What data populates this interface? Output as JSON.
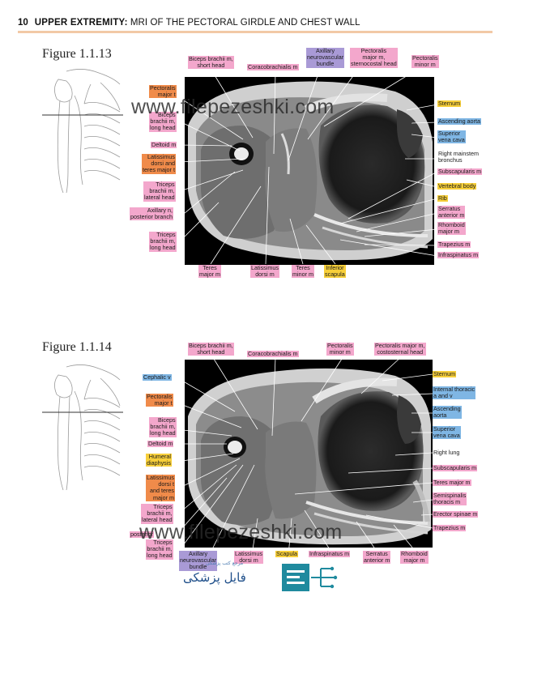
{
  "header": {
    "page_number": "10",
    "section": "UPPER EXTREMITY:",
    "subtitle": "MRI OF THE PECTORAL GIRDLE AND CHEST WALL"
  },
  "colors": {
    "pink": "#f3a7cc",
    "orange": "#f08b4a",
    "yellow": "#f7cf3a",
    "blue": "#7fb6e4",
    "purple": "#a99ad6",
    "header_rule": "#f2c9a6"
  },
  "figures": [
    {
      "title": "Figure 1.1.13",
      "labels": {
        "biceps_short": "Biceps brachii m,\nshort head",
        "coracobrachialis": "Coracobrachialis m",
        "axillary_nv_bundle": "Axillary\nneurovascular\nbundle",
        "pect_major_sternocostal": "Pectoralis\nmajor m,\nsternocostal head",
        "pect_minor": "Pectoralis\nminor m",
        "pect_major_t": "Pectoralis\nmajor t",
        "biceps_long": "Biceps\nbrachii m,\nlong head",
        "deltoid": "Deltoid m",
        "lat_dorsi_teres_t": "Latissimus\ndorsi and\nteres major t",
        "triceps_lateral": "Triceps\nbrachii m,\nlateral head",
        "axillary_n_post": "Axillary n,\nposterior branch",
        "triceps_long": "Triceps\nbrachii m,\nlong head",
        "teres_major": "Teres\nmajor m",
        "latissimus_dorsi": "Latissimus\ndorsi m",
        "teres_minor": "Teres\nminor m",
        "inferior_scapula": "Inferior\nscapula",
        "sternum": "Sternum",
        "ascending_aorta": "Ascending aorta",
        "svc": "Superior\nvena cava",
        "right_mainstem": "Right mainstem\nbronchus",
        "subscapularis": "Subscapularis m",
        "vertebral_body": "Vertebral body",
        "rib": "Rib",
        "serratus_anterior": "Serratus\nanterior m",
        "rhomboid_major": "Rhomboid\nmajor m",
        "trapezius": "Trapezius m",
        "infraspinatus": "Infraspinatus m"
      }
    },
    {
      "title": "Figure 1.1.14",
      "labels": {
        "biceps_short": "Biceps brachii m,\nshort head",
        "coracobrachialis": "Coracobrachialis m",
        "pect_minor": "Pectoralis\nminor m",
        "pect_major_costosternal": "Pectoralis major m,\ncostosternal head",
        "cephalic_v": "Cephalic v",
        "pect_major_t": "Pectoralis\nmajor t",
        "biceps_long": "Biceps\nbrachii m,\nlong head",
        "deltoid": "Deltoid m",
        "humeral_diaphysis": "Humeral\ndiaphysis",
        "lat_dorsi_teres_t": "Latissimus\ndorsi t\nand teres\nmajor m",
        "triceps_lateral": "Triceps\nbrachii m,\nlateral head",
        "posterior_partial": "posterior",
        "triceps_long": "Triceps\nbrachii m,\nlong head",
        "axillary_nv_bundle": "Axillary\nneurovascular\nbundle",
        "latissimus_dorsi": "Latissimus\ndorsi m",
        "scapula": "Scapula",
        "infraspinatus": "Infraspinatus m",
        "serratus_anterior": "Serratus\nanterior m",
        "rhomboid_major": "Rhomboid\nmajor m",
        "sternum": "Sternum",
        "internal_thoracic": "Internal thoracic\na and v",
        "ascending_aorta": "Ascending\naorta",
        "svc": "Superior\nvena cava",
        "right_lung": "Right lung",
        "subscapularis": "Subscapularis m",
        "teres_major": "Teres major m",
        "semispinalis": "Semispinalis\nthoracis m",
        "erector_spinae": "Erector spinae m",
        "trapezius": "Trapezius m"
      }
    }
  ],
  "watermark": "www.filepezeshki.com",
  "logo": {
    "text": "فایل پزشکی",
    "tagline": "مرجع کتب پزشکی"
  }
}
